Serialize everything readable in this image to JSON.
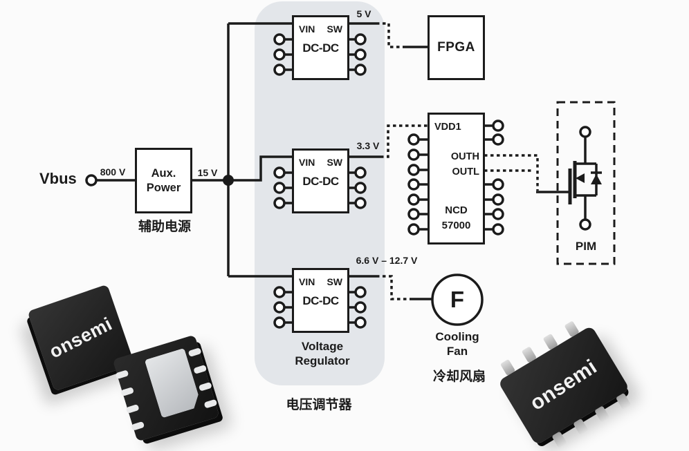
{
  "diagram": {
    "input": {
      "label": "Vbus",
      "voltage": "800 V"
    },
    "aux_power": {
      "name_line1": "Aux.",
      "name_line2": "Power",
      "caption_cn": "辅助电源",
      "output_voltage": "15 V"
    },
    "dcdc_block": {
      "vin": "VIN",
      "sw": "SW",
      "name": "DC-DC"
    },
    "regulator_group": {
      "caption_line1": "Voltage",
      "caption_line2": "Regulator",
      "caption_cn": "电压调节器"
    },
    "rails": {
      "fpga_rail": "5 V",
      "driver_rail": "3.3 V",
      "fan_rail": "6.6 V – 12.7 V"
    },
    "fpga": {
      "label": "FPGA"
    },
    "gate_driver": {
      "pin_vdd1": "VDD1",
      "pin_outh": "OUTH",
      "pin_outl": "OUTL",
      "part_line1": "NCD",
      "part_line2": "57000"
    },
    "pim": {
      "label": "PIM"
    },
    "cooling_fan": {
      "symbol": "F",
      "caption_line1": "Cooling",
      "caption_line2": "Fan",
      "caption_cn": "冷却风扇"
    }
  },
  "branding": {
    "chip_logo": "onsemi"
  },
  "colors": {
    "line": "#1b1b1b",
    "panel_bg": "#e3e6ea",
    "page_bg": "#fbfbfb",
    "chip_body": "#1e1e1e",
    "chip_logo_text": "#f2f2f2"
  }
}
